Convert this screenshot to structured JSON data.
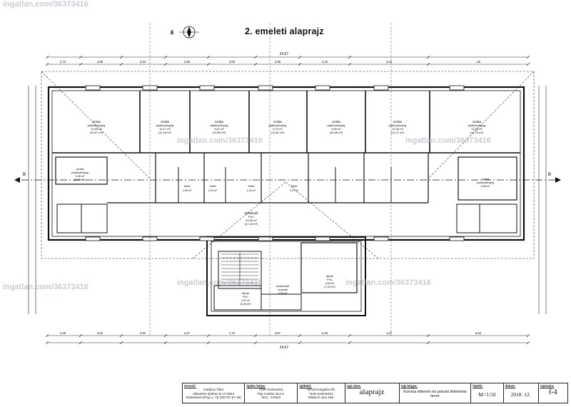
{
  "plan_title": "2. emeleti alaprajz",
  "north_label": "É",
  "watermark": "ingatlan.com/36373416",
  "section_mark": "B",
  "overall_dims": {
    "top": "24,67",
    "bottom": "24,67"
  },
  "top_dims": [
    "2,73",
    "2,90",
    "2,94",
    "2,90",
    "3,00",
    "2,90",
    "3,15",
    "4,44",
    ",46"
  ],
  "bottom_dims": [
    "2,48",
    "3,91",
    "2,91",
    "2,37",
    "1,70",
    "3,87",
    "2,40",
    "1,27",
    "6,54"
  ],
  "rooms": [
    {
      "name": "szoba",
      "floor": "padlószőnyeg",
      "area": "12,55 m²",
      "orig": "(13,07 m²)"
    },
    {
      "name": "szoba",
      "floor": "padlószőnyeg",
      "area": "10,17 m²",
      "orig": "(11,16 m²)"
    },
    {
      "name": "szoba",
      "floor": "padlószőnyeg",
      "area": "9,67 m²",
      "orig": "(10,59 m²)"
    },
    {
      "name": "szoba",
      "floor": "padlószőnyeg",
      "area": "9,70 m²",
      "orig": "(10,81 m²)"
    },
    {
      "name": "szoba",
      "floor": "padlószőnyeg",
      "area": "9,95 m²",
      "orig": "(10,45 m²)"
    },
    {
      "name": "szoba",
      "floor": "padlószőnyeg",
      "area": "10,45 m²",
      "orig": "(11,47 m²)"
    },
    {
      "name": "szoba",
      "floor": "padlószőnyeg",
      "area": "13,05 m²",
      "orig": "(14,75 m²)"
    }
  ],
  "side_rooms": [
    {
      "name": "szoba",
      "floor": "padlószőnyeg",
      "area": "5,38 m²",
      "orig": "(5,98 m²)"
    },
    {
      "name": "szoba",
      "floor": "padlószőnyeg",
      "area": "6,50 m²",
      "orig": ""
    }
  ],
  "corridor": {
    "name": "közlekedő",
    "floor": "PVC",
    "area": "23,45 m²",
    "orig": "(27,43 m²)"
  },
  "stair_hall": {
    "name": "közlekedő",
    "floor": "burkolat",
    "area": "4,50 m²"
  },
  "storage_rooms": [
    {
      "name": "tároló",
      "floor": "PVC",
      "area": "2,57 m²",
      "orig": "(3,26 m²)"
    },
    {
      "name": "tároló",
      "floor": "PVC",
      "area": "6,53 m²",
      "orig": "(7,29 m²)"
    }
  ],
  "small_rooms": [
    {
      "name": "fürdő",
      "area": "2,59 m²"
    },
    {
      "name": "fürdő",
      "area": "2,33 m²"
    },
    {
      "name": "fürdő",
      "area": "2,33 m²"
    },
    {
      "name": "fürdő",
      "area": "2,37 m²"
    }
  ],
  "title_block": {
    "designer_label": "tervező:",
    "designer_lines": [
      "Gadácsi Tibor",
      "okleveles építész É-17-0644",
      "Szekszárd Zrínyi u. 75 (30/737-57-46)"
    ],
    "building_label": "építés helye:",
    "building_lines": [
      "7100 Szekszárd,",
      "Fáy András utca 2.",
      "hrsz.: 4753/2"
    ],
    "client_label": "építtető:",
    "client_lines": [
      "Vendl Hungária Kft.",
      "7100 Szekszárd,",
      "Rákóczi utca 156."
    ],
    "drawing_label": "rajz címe:",
    "drawing_value": "alaprajz",
    "subject_label": "rajz tárgya:",
    "subject_value": "Korona étterem és panzió felmérési terve",
    "scale_label": "lépték:",
    "scale_value": "M=1:50",
    "date_label": "dátum:",
    "date_value": "2018. 12.",
    "sheet_label": "rajzszám:",
    "sheet_value": "f-4"
  }
}
